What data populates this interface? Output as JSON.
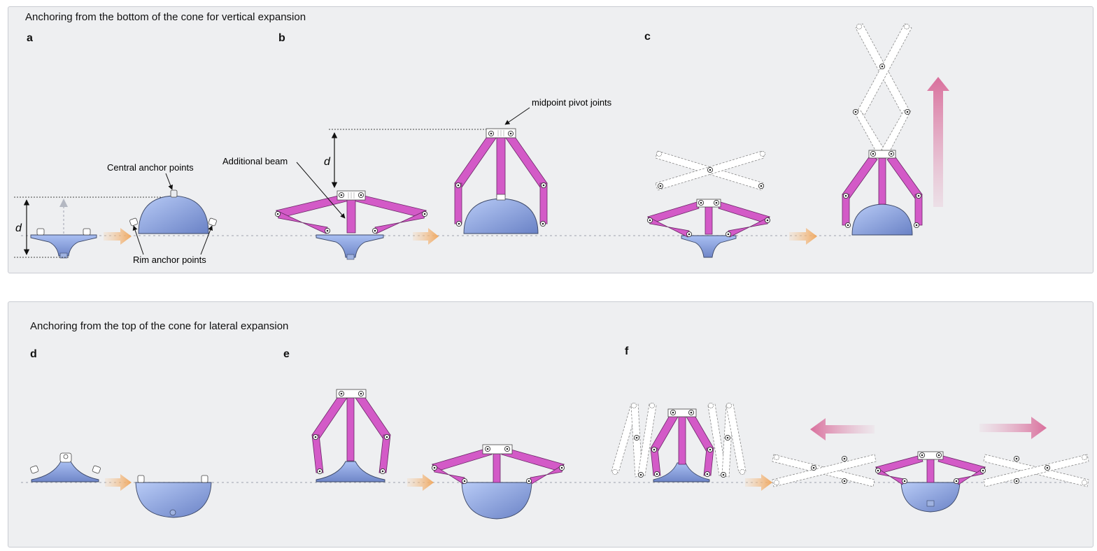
{
  "panel_top": {
    "title": "Anchoring from the bottom of the cone for vertical expansion",
    "labels": {
      "a": "a",
      "b": "b",
      "c": "c"
    }
  },
  "panel_bottom": {
    "title": "Anchoring from the top of the cone for lateral expansion",
    "labels": {
      "d": "d",
      "e": "e",
      "f": "f"
    }
  },
  "annotations": {
    "central_anchor": "Central anchor points",
    "rim_anchor": "Rim anchor points",
    "additional_beam": "Additional beam",
    "midpoint_pivot": "midpoint pivot joints",
    "height_symbol": "d"
  },
  "colors": {
    "beam": "#d35ac7",
    "cone": "#8fa8e6",
    "flow_arrow": "#f0a860",
    "expansion_arrow": "#d96f9c",
    "panel_bg": "#eeeff1"
  },
  "icons": {
    "flow": "orange-right-arrow",
    "vertical_expansion": "pink-up-arrow",
    "lateral_expansion": "pink-left-right-arrows"
  }
}
